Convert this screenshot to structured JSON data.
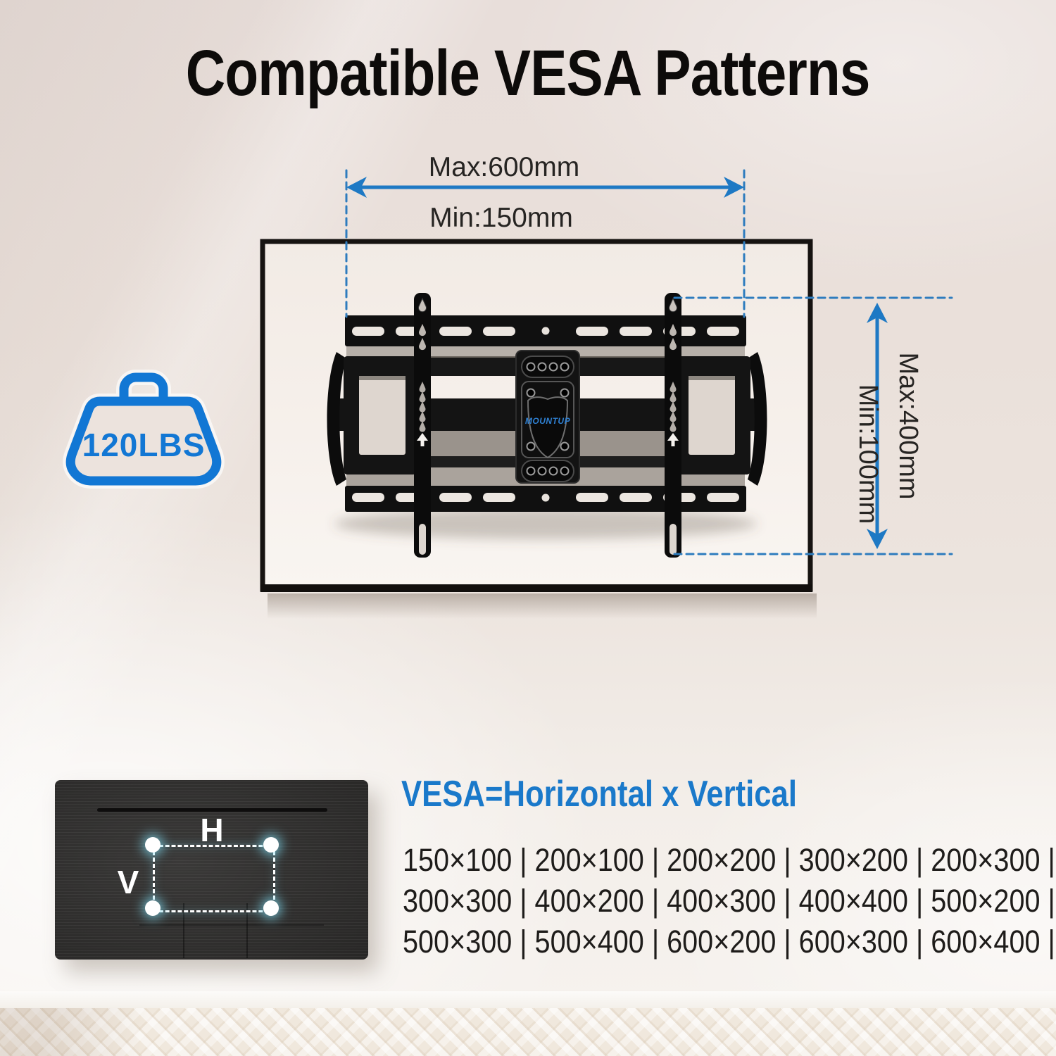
{
  "title": "Compatible VESA Patterns",
  "colors": {
    "accent_blue": "#1e7ac6",
    "dashed_blue": "#2e7cbe",
    "icon_blue": "#1277d4",
    "heading_blue": "#1a79ca",
    "glow_cyan": "#8fe0f2",
    "title_black": "#0d0b0a"
  },
  "diagram": {
    "h_max": "Max:600mm",
    "h_min": "Min:150mm",
    "v_max": "Max:400mm",
    "v_min": "Min:100mm",
    "weight": "120LBS",
    "brand": "MOUNTUP"
  },
  "vesa": {
    "heading": "VESA=Horizontal x Vertical",
    "h": "H",
    "v": "V",
    "rows": [
      "150×100 | 200×100 | 200×200 | 300×200 | 200×300 |",
      "300×300 | 400×200 | 400×300 | 400×400 | 500×200 |",
      "500×300 | 500×400 | 600×200 | 600×300 | 600×400 |"
    ],
    "patterns": [
      "150×100",
      "200×100",
      "200×200",
      "300×200",
      "200×300",
      "300×300",
      "400×200",
      "400×300",
      "400×400",
      "500×200",
      "500×300",
      "500×400",
      "600×200",
      "600×300",
      "600×400"
    ]
  }
}
